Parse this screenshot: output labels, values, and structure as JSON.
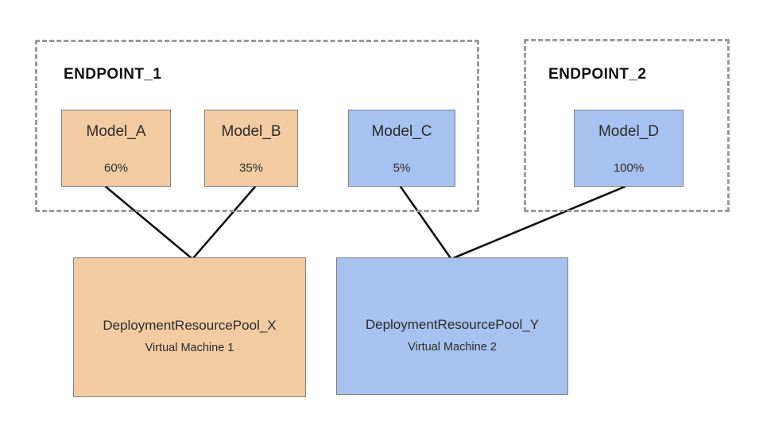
{
  "colors": {
    "orange_fill": "#f3cba2",
    "blue_fill": "#a7c2ee",
    "box_border": "#808080",
    "dashed_border": "#9a9a9a",
    "connector": "#111111",
    "text": "#212121"
  },
  "endpoints": [
    {
      "label": "ENDPOINT_1"
    },
    {
      "label": "ENDPOINT_2"
    }
  ],
  "models": [
    {
      "name": "Model_A",
      "traffic_split": "60%",
      "color": "#f3cba2",
      "endpoint": "ENDPOINT_1"
    },
    {
      "name": "Model_B",
      "traffic_split": "35%",
      "color": "#f3cba2",
      "endpoint": "ENDPOINT_1"
    },
    {
      "name": "Model_C",
      "traffic_split": "5%",
      "color": "#a7c2ee",
      "endpoint": "ENDPOINT_1"
    },
    {
      "name": "Model_D",
      "traffic_split": "100%",
      "color": "#a7c2ee",
      "endpoint": "ENDPOINT_2"
    }
  ],
  "pools": [
    {
      "name": "DeploymentResourcePool_X",
      "machine": "Virtual Machine 1",
      "color": "#f3cba2"
    },
    {
      "name": "DeploymentResourcePool_Y",
      "machine": "Virtual Machine 2",
      "color": "#a7c2ee"
    }
  ]
}
